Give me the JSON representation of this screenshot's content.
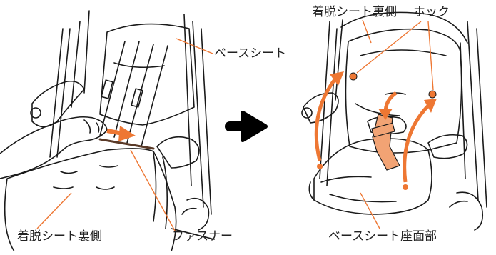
{
  "labels": {
    "base_seat": "ベースシート",
    "removable_back_left": "着脱シート裏側",
    "fastener": "ファスナー",
    "removable_back_right": "着脱シート裏側",
    "hook": "ホック",
    "base_seat_surface": "ベースシート座面部"
  },
  "colors": {
    "accent": "#ee7733",
    "belt_fill": "#f2a374",
    "line": "#1a1a1a"
  },
  "icons": {
    "step_arrow": "right-arrow-icon"
  }
}
